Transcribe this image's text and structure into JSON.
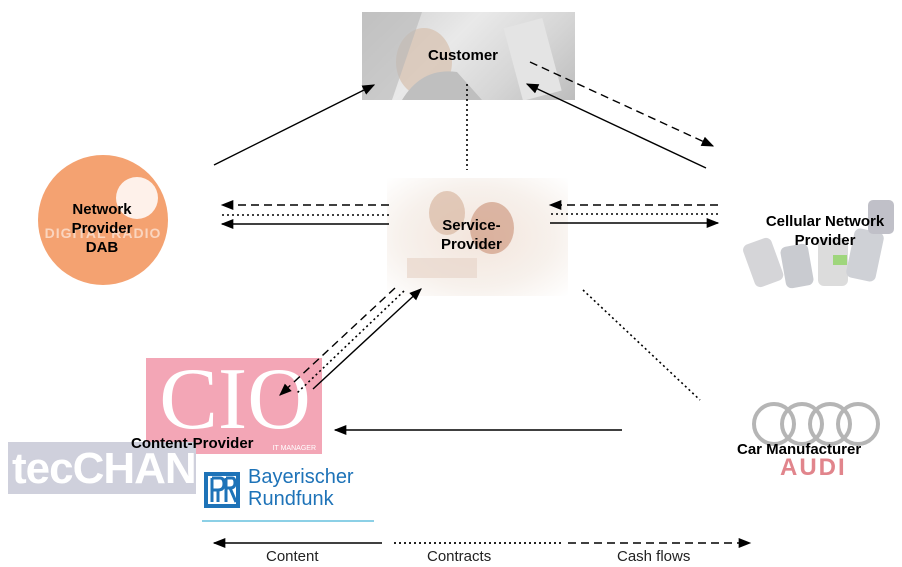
{
  "nodes": {
    "customer": {
      "label": "Customer"
    },
    "service_provider": {
      "label_line1": "Service-",
      "label_line2": "Provider"
    },
    "network_provider": {
      "label_line1": "Network",
      "label_line2": "Provider",
      "label_line3": "DAB",
      "logo_text": "DIGITAL RADIO"
    },
    "cellular_provider": {
      "label_line1": "Cellular Network",
      "label_line2": "Provider"
    },
    "content_provider": {
      "label": "Content-Provider"
    },
    "car_manufacturer": {
      "label": "Car Manufacturer",
      "brand_text": "AUDI"
    }
  },
  "logos": {
    "cio": {
      "text": "CIO",
      "subtext": "IT MANAGER"
    },
    "tecchannel": {
      "text": "tecCHANNEL"
    },
    "br": {
      "line1": "Bayerischer",
      "line2": "Rundfunk"
    }
  },
  "legend": {
    "content": "Content",
    "contracts": "Contracts",
    "cash_flows": "Cash flows"
  },
  "colors": {
    "dab_orange": "#f4a271",
    "cio_pink": "#f3a6b6",
    "tec_gray": "#cfd0dc",
    "br_blue": "#1e73b8",
    "audi_red": "#e1858c"
  }
}
